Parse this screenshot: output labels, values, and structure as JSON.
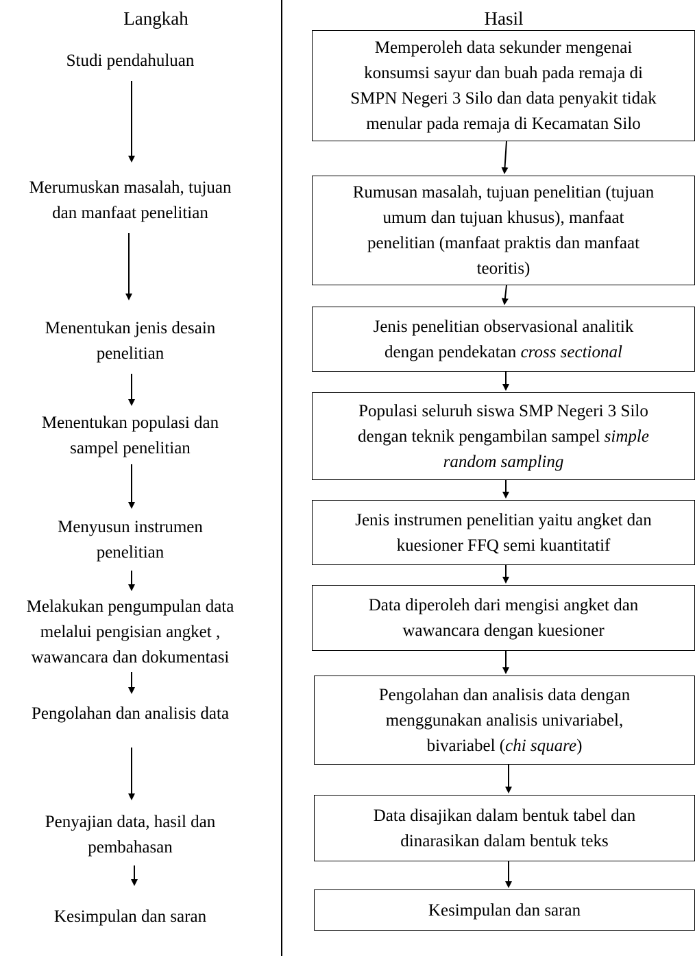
{
  "headers": {
    "left": "Langkah",
    "right": "Hasil"
  },
  "steps": [
    {
      "line1": "Studi pendahuluan",
      "line2": "",
      "line3": ""
    },
    {
      "line1": "Merumuskan masalah, tujuan",
      "line2": "dan manfaat penelitian",
      "line3": ""
    },
    {
      "line1": "Menentukan jenis desain",
      "line2": "penelitian",
      "line3": ""
    },
    {
      "line1": "Menentukan populasi dan",
      "line2": "sampel penelitian",
      "line3": ""
    },
    {
      "line1": "Menyusun instrumen",
      "line2": "penelitian",
      "line3": ""
    },
    {
      "line1": "Melakukan pengumpulan data",
      "line2": "melalui pengisian angket ,",
      "line3": "wawancara dan dokumentasi"
    },
    {
      "line1": "Pengolahan dan analisis data",
      "line2": "",
      "line3": ""
    },
    {
      "line1": "Penyajian data, hasil dan",
      "line2": "pembahasan",
      "line3": ""
    },
    {
      "line1": "Kesimpulan dan saran",
      "line2": "",
      "line3": ""
    }
  ],
  "results": [
    {
      "l1": "Memperoleh data sekunder mengenai",
      "l2": "konsumsi sayur dan buah pada remaja di",
      "l3": "SMPN Negeri 3 Silo dan data penyakit tidak",
      "l4": "menular pada remaja di Kecamatan Silo"
    },
    {
      "l1": "Rumusan masalah, tujuan penelitian (tujuan",
      "l2": "umum dan tujuan khusus), manfaat",
      "l3": "penelitian (manfaat praktis dan manfaat",
      "l4": "teoritis)"
    },
    {
      "l1": "Jenis penelitian observasional analitik",
      "l2a": "dengan pendekatan ",
      "l2i": "cross sectional"
    },
    {
      "l1": "Populasi seluruh siswa SMP Negeri 3 Silo",
      "l2a": "dengan teknik pengambilan sampel ",
      "l2i": "simple",
      "l3i": "random sampling"
    },
    {
      "l1": "Jenis instrumen penelitian yaitu angket dan",
      "l2": "kuesioner FFQ semi kuantitatif"
    },
    {
      "l1": "Data diperoleh dari mengisi angket dan",
      "l2": "wawancara dengan kuesioner"
    },
    {
      "l1": "Pengolahan dan analisis data dengan",
      "l2": "menggunakan analisis univariabel,",
      "l3a": "bivariabel (",
      "l3i": "chi square",
      "l3b": ")"
    },
    {
      "l1": "Data disajikan dalam bentuk tabel dan",
      "l2": "dinarasikan dalam bentuk teks"
    },
    {
      "l1": "Kesimpulan dan saran"
    }
  ]
}
